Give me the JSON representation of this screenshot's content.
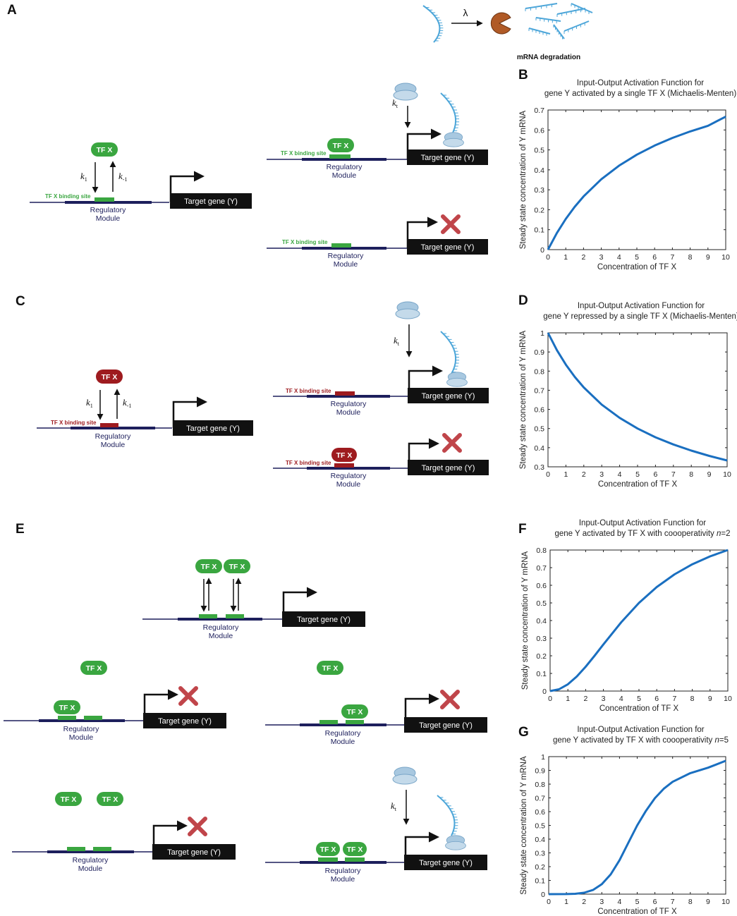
{
  "panels": {
    "A": "A",
    "B": "B",
    "C": "C",
    "D": "D",
    "E": "E",
    "F": "F",
    "G": "G"
  },
  "degradation": {
    "rate_symbol": "λ",
    "label": "mRNA degradation"
  },
  "labels": {
    "tf": "TF X",
    "binding_site": "TF X binding site",
    "regulatory_line1": "Regulatory",
    "regulatory_line2": "Module",
    "target_gene": "Target gene (Y)",
    "k1": "k",
    "k1_sub": "1",
    "km1": "k",
    "km1_sub": "-1",
    "kt": "k",
    "kt_sub": "t"
  },
  "colors": {
    "activator": "#3aa640",
    "repressor": "#9e1b1f",
    "dna": "#1d1f5c",
    "gene_box": "#111111",
    "curve": "#1a6fc0",
    "cross": "#c0454a",
    "ribosome": "#a8c8e0",
    "mrna": "#4da6d9",
    "pacman": "#b05a26"
  },
  "icons": {
    "ribosome": "ribosome-icon",
    "mrna": "mrna-strand-icon",
    "no_expression": "red-cross-icon",
    "promoter": "promoter-arrow-icon",
    "degrader": "pacman-degrader-icon"
  },
  "chart_data": [
    {
      "id": "B",
      "type": "line",
      "title": "Input-Output Activation Function for\ngene Y activated by a single TF X (Michaelis-Menten)",
      "xlabel": "Concentration of TF X",
      "ylabel": "Steady state concentration of Y mRNA",
      "xlim": [
        0,
        10
      ],
      "ylim": [
        0,
        0.7
      ],
      "xticks": [
        0,
        1,
        2,
        3,
        4,
        5,
        6,
        7,
        8,
        9,
        10
      ],
      "yticks": [
        0,
        0.1,
        0.2,
        0.3,
        0.4,
        0.5,
        0.6,
        0.7
      ],
      "grid": false,
      "series": [
        {
          "x": [
            0,
            0.5,
            1,
            1.5,
            2,
            3,
            4,
            5,
            6,
            7,
            8,
            9,
            10
          ],
          "y": [
            0,
            0.0833,
            0.1538,
            0.2143,
            0.2667,
            0.3529,
            0.4211,
            0.4762,
            0.5217,
            0.56,
            0.5926,
            0.6207,
            0.6667
          ]
        }
      ]
    },
    {
      "id": "D",
      "type": "line",
      "title": "Input-Output Activation Function for\ngene Y repressed by a single TF X (Michaelis-Menten)",
      "xlabel": "Concentration of TF X",
      "ylabel": "Steady state concentration of Y mRNA",
      "xlim": [
        0,
        10
      ],
      "ylim": [
        0.3,
        1
      ],
      "xticks": [
        0,
        1,
        2,
        3,
        4,
        5,
        6,
        7,
        8,
        9,
        10
      ],
      "yticks": [
        0.3,
        0.4,
        0.5,
        0.6,
        0.7,
        0.8,
        0.9,
        1
      ],
      "grid": false,
      "series": [
        {
          "x": [
            0,
            0.5,
            1,
            1.5,
            2,
            3,
            4,
            5,
            6,
            7,
            8,
            9,
            10
          ],
          "y": [
            1,
            0.9091,
            0.8333,
            0.7692,
            0.7143,
            0.625,
            0.5556,
            0.5,
            0.4545,
            0.4167,
            0.3846,
            0.3571,
            0.3333
          ]
        }
      ]
    },
    {
      "id": "F",
      "type": "line",
      "title": "Input-Output Activation Function for\ngene Y activated by TF X with coooperativity n=2",
      "xlabel": "Concentration of TF X",
      "ylabel": "Steady state concentration of Y mRNA",
      "xlim": [
        0,
        10
      ],
      "ylim": [
        0,
        0.8
      ],
      "xticks": [
        0,
        1,
        2,
        3,
        4,
        5,
        6,
        7,
        8,
        9,
        10
      ],
      "yticks": [
        0,
        0.1,
        0.2,
        0.3,
        0.4,
        0.5,
        0.6,
        0.7,
        0.8
      ],
      "grid": false,
      "series": [
        {
          "x": [
            0,
            0.5,
            1,
            1.5,
            2,
            2.5,
            3,
            4,
            5,
            6,
            7,
            8,
            9,
            10
          ],
          "y": [
            0,
            0.01,
            0.0385,
            0.0826,
            0.1379,
            0.2,
            0.2647,
            0.3902,
            0.5,
            0.5902,
            0.662,
            0.7191,
            0.7642,
            0.8
          ]
        }
      ]
    },
    {
      "id": "G",
      "type": "line",
      "title": "Input-Output Activation Function for\ngene Y activated by TF X with coooperativity n=5",
      "xlabel": "Concentration of TF X",
      "ylabel": "Steady state concentration of Y mRNA",
      "xlim": [
        0,
        10
      ],
      "ylim": [
        0,
        1
      ],
      "xticks": [
        0,
        1,
        2,
        3,
        4,
        5,
        6,
        7,
        8,
        9,
        10
      ],
      "yticks": [
        0,
        0.1,
        0.2,
        0.3,
        0.4,
        0.5,
        0.6,
        0.7,
        0.8,
        0.9,
        1
      ],
      "grid": false,
      "series": [
        {
          "x": [
            0,
            1,
            1.5,
            2,
            2.5,
            3,
            3.5,
            4,
            4.5,
            5,
            5.5,
            6,
            6.5,
            7,
            8,
            9,
            10
          ],
          "y": [
            0,
            0.0003,
            0.0024,
            0.0101,
            0.0303,
            0.0722,
            0.1438,
            0.2469,
            0.3744,
            0.5,
            0.6067,
            0.6977,
            0.7663,
            0.8167,
            0.8799,
            0.9197,
            0.9697
          ]
        }
      ]
    }
  ]
}
